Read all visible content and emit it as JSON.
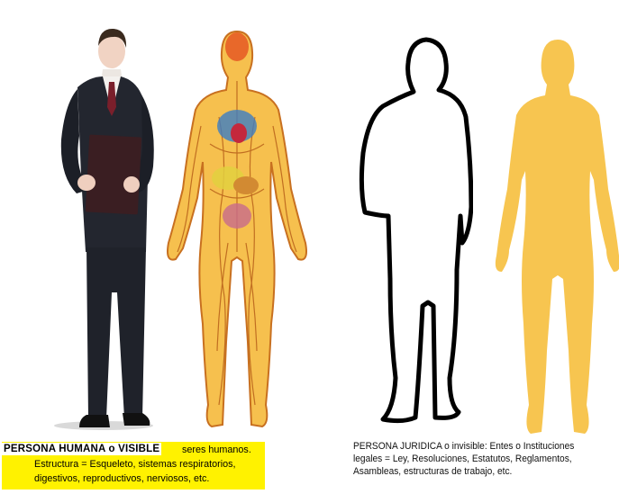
{
  "left_caption": {
    "heading": "PERSONA HUMANA o VISIBLE",
    "heading_tail": "seres humanos.",
    "line1": "Estructura = Esqueleto, sistemas respiratorios,",
    "line2": "digestivos, reproductivos, nerviosos, etc."
  },
  "right_caption": {
    "line1": "PERSONA JURIDICA o invisible: Entes o Instituciones",
    "line2": "legales = Ley, Resoluciones, Estatutos, Reglamentos,",
    "line3": "Asambleas, estructuras de trabajo, etc."
  },
  "colors": {
    "highlight": "#fff200",
    "skin": "#f6c04e",
    "suit": "#23262f",
    "veins": "#c87020"
  }
}
